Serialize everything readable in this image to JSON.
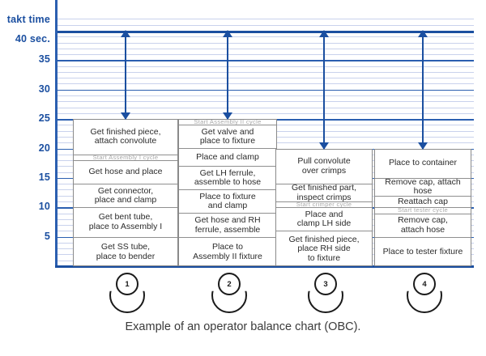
{
  "caption": "Example of an operator balance chart (OBC).",
  "axis": {
    "takt_label": "takt time",
    "takt_value_label": "40 sec.",
    "ticks": [
      "35",
      "30",
      "25",
      "20",
      "15",
      "10",
      "5"
    ],
    "color": "#1b4fa0",
    "gridline_color": "#c9d2ec"
  },
  "chart_data": {
    "type": "bar",
    "title": "Example of an operator balance chart (OBC).",
    "xlabel": "",
    "ylabel": "seconds",
    "ylim": [
      0,
      42
    ],
    "takt_time": 40,
    "grid": true,
    "legend": "none",
    "categories": [
      "1",
      "2",
      "3",
      "4"
    ],
    "values": [
      25,
      25,
      20,
      20
    ],
    "series": [
      {
        "name": "Operator 1",
        "total": 25,
        "tasks": [
          {
            "label": "Get SS tube,\nplace to bender",
            "duration": 5,
            "cue": false
          },
          {
            "label": "Get bent tube,\nplace to Assembly I",
            "duration": 5,
            "cue": false
          },
          {
            "label": "Get connector,\nplace and clamp",
            "duration": 4,
            "cue": false
          },
          {
            "label": "Get hose and place",
            "duration": 4,
            "cue": false
          },
          {
            "label": "Start Assembly I cycle",
            "duration": 1,
            "cue": true
          },
          {
            "label": "Get finished piece,\nattach convolute",
            "duration": 6,
            "cue": false
          }
        ]
      },
      {
        "name": "Operator 2",
        "total": 25,
        "tasks": [
          {
            "label": "Place to\nAssembly II fixture",
            "duration": 5,
            "cue": false
          },
          {
            "label": "Get hose and RH\nferrule, assemble",
            "duration": 4,
            "cue": false
          },
          {
            "label": "Place to fixture\nand clamp",
            "duration": 4,
            "cue": false
          },
          {
            "label": "Get LH ferrule,\nassemble to hose",
            "duration": 4,
            "cue": false
          },
          {
            "label": "Place and clamp",
            "duration": 3,
            "cue": false
          },
          {
            "label": "Get valve and\nplace to fixture",
            "duration": 4,
            "cue": false
          },
          {
            "label": "Start Assembly II cycle",
            "duration": 1,
            "cue": true
          }
        ]
      },
      {
        "name": "Operator 3",
        "total": 20,
        "tasks": [
          {
            "label": "Get finished piece,\nplace RH side\nto fixture",
            "duration": 6,
            "cue": false
          },
          {
            "label": "Place and\nclamp LH side",
            "duration": 4,
            "cue": false
          },
          {
            "label": "Start crimper cycle",
            "duration": 1,
            "cue": true
          },
          {
            "label": "Get finished part,\ninspect crimps",
            "duration": 3,
            "cue": false
          },
          {
            "label": "Pull convolute\nover crimps",
            "duration": 6,
            "cue": false
          }
        ]
      },
      {
        "name": "Operator 4",
        "total": 20,
        "tasks": [
          {
            "label": "Place to tester fixture",
            "duration": 5,
            "cue": false
          },
          {
            "label": "Remove cap,\nattach hose",
            "duration": 4,
            "cue": false
          },
          {
            "label": "Start tester cycle",
            "duration": 1,
            "cue": true
          },
          {
            "label": "Reattach cap",
            "duration": 2,
            "cue": false
          },
          {
            "label": "Remove cap, attach hose",
            "duration": 3,
            "cue": false
          },
          {
            "label": "Place to container",
            "duration": 5,
            "cue": false
          }
        ]
      }
    ],
    "takt_gap_arrows": [
      {
        "operator": "1",
        "from": 40,
        "to": 25
      },
      {
        "operator": "2",
        "from": 40,
        "to": 25
      },
      {
        "operator": "3",
        "from": 40,
        "to": 20
      },
      {
        "operator": "4",
        "from": 40,
        "to": 20
      }
    ]
  },
  "operators": [
    {
      "number": "1"
    },
    {
      "number": "2"
    },
    {
      "number": "3"
    },
    {
      "number": "4"
    }
  ]
}
